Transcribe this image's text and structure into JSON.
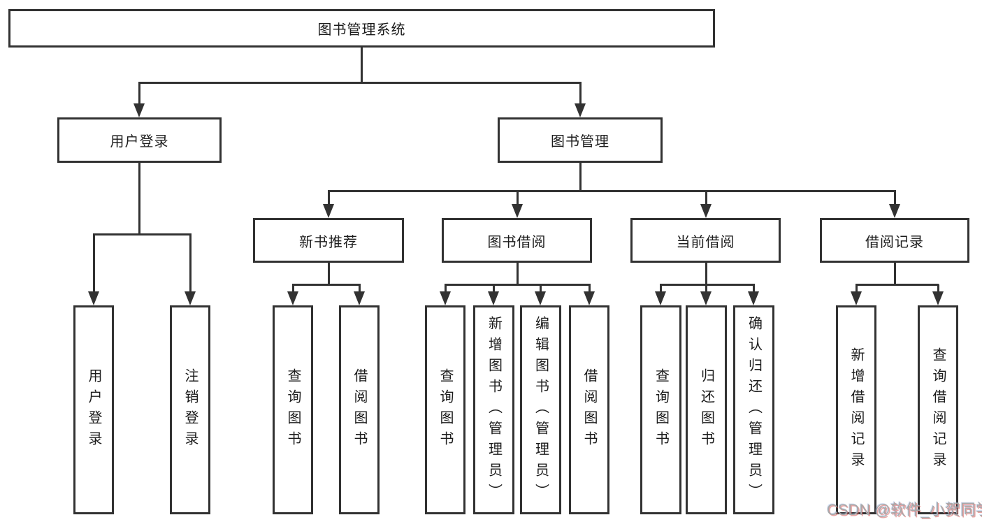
{
  "nodes": {
    "root": "图书管理系统",
    "level2": [
      "用户登录",
      "图书管理"
    ],
    "level3": [
      "新书推荐",
      "图书借阅",
      "当前借阅",
      "借阅记录"
    ],
    "leaves_login": [
      "用户登录",
      "注销登录"
    ],
    "leaves_newbook": [
      "查询图书",
      "借阅图书"
    ],
    "leaves_borrow": [
      "查询图书",
      "新增图书（管理员）",
      "编辑图书（管理员）",
      "借阅图书"
    ],
    "leaves_current": [
      "查询图书",
      "归还图书",
      "确认归还（管理员）"
    ],
    "leaves_records": [
      "新增借阅记录",
      "查询借阅记录"
    ]
  },
  "watermark": {
    "text": "CSDN @软件_小贺同学"
  },
  "colors": {
    "line": "#323232",
    "text": "#1c1c1c",
    "watermark_gray": "#a8a8a8",
    "background": "#ffffff"
  }
}
